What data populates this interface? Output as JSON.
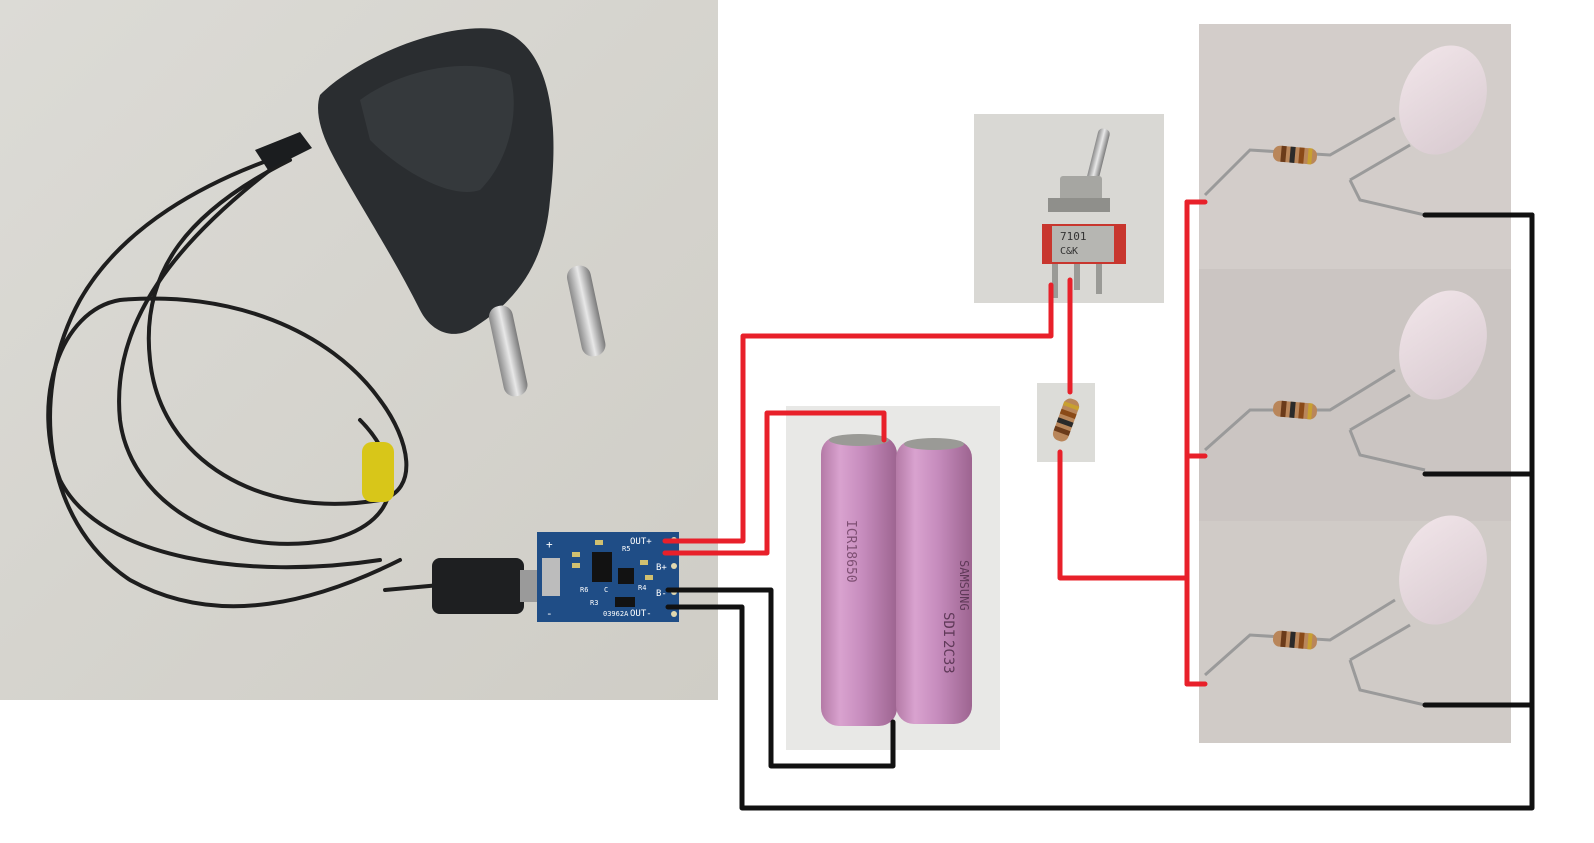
{
  "pcb": {
    "pin_out_plus": "OUT+",
    "pin_b_plus": "B+",
    "pin_b_minus": "B-",
    "pin_out_minus": "OUT-",
    "plus_mark": "+",
    "minus_mark": "-",
    "model": "03962A",
    "ref_r3": "R3",
    "ref_r5": "R5",
    "ref_r4": "R4",
    "ref_c": "C",
    "ref_r6": "R6"
  },
  "battery_left": {
    "print": "ICR18650"
  },
  "battery_right": {
    "brand": "SAMSUNG",
    "code1": "SDI",
    "code2": "2C33"
  },
  "switch": {
    "model": "7101",
    "brand": "C&K"
  },
  "wire_colors": {
    "positive": "#e8202a",
    "negative": "#111111"
  }
}
